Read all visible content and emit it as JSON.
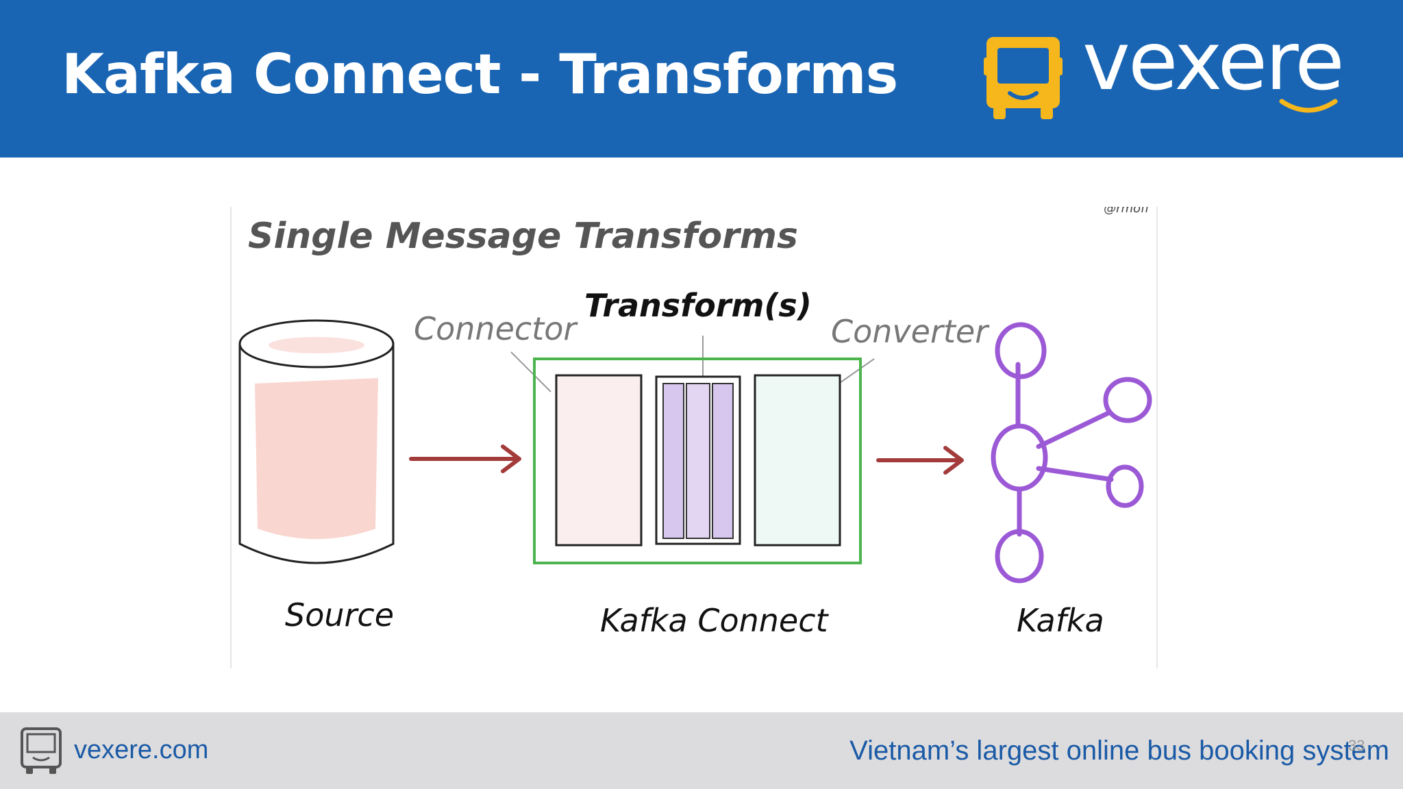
{
  "slide": {
    "title": "Kafka Connect - Transforms",
    "page_number": "33"
  },
  "logo": {
    "wordmark": "vexere",
    "icon": "bus-icon",
    "colors": {
      "icon": "#f6b71c",
      "wordmark": "#ffffff",
      "smile": "#f6b71c"
    }
  },
  "diagram": {
    "title": "Single Message Transforms",
    "corner_credit": "@rmoff",
    "stage_labels": {
      "transforms": "Transform(s)",
      "connector": "Connector",
      "converter": "Converter"
    },
    "nodes": [
      {
        "id": "source",
        "label": "Source",
        "icon": "database-cylinder-icon"
      },
      {
        "id": "kafka-connect",
        "label": "Kafka Connect",
        "icon": "pipeline-box-icon"
      },
      {
        "id": "kafka",
        "label": "Kafka",
        "icon": "kafka-cluster-icon"
      }
    ],
    "edges": [
      {
        "from": "source",
        "to": "kafka-connect"
      },
      {
        "from": "kafka-connect",
        "to": "kafka"
      }
    ],
    "colors": {
      "arrow": "#a33b3b",
      "frame": "#4cb44c",
      "kafka": "#9b59d6",
      "source_fill": "#f5b5aa",
      "transform_fill": "#d7c6ee"
    }
  },
  "footer": {
    "site": "vexere.com",
    "tagline": "Vietnam’s largest online bus booking system",
    "icon": "bus-outline-icon",
    "colors": {
      "background": "#dcdcde",
      "text": "#1a5aa6"
    }
  },
  "colors": {
    "header": "#1a65b3"
  }
}
